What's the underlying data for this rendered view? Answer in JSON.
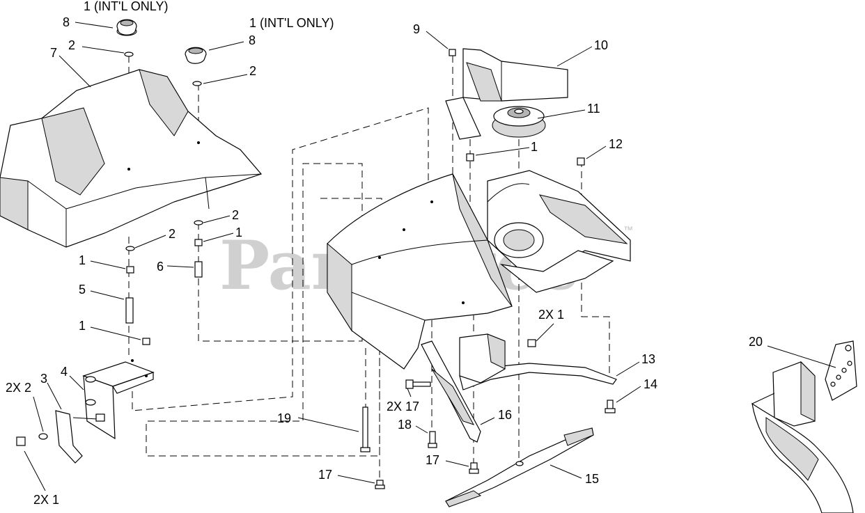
{
  "watermark": {
    "text": "PartsTree",
    "trademark": "™"
  },
  "callouts": {
    "intl_only_top": "1 (INT'L ONLY)",
    "intl_only_right": "1 (INT'L ONLY)",
    "c8a": "8",
    "c8b": "8",
    "c2a": "2",
    "c2b": "2",
    "c2c": "2",
    "c2d": "2",
    "c7": "7",
    "c9": "9",
    "c10": "10",
    "c11": "11",
    "c1a": "1",
    "c12": "12",
    "c1b": "1",
    "c1c": "1",
    "c6": "6",
    "c5": "5",
    "c1d": "1",
    "c2x1a": "2X 1",
    "c13": "13",
    "c14": "14",
    "c2x2": "2X 2",
    "c3": "3",
    "c4": "4",
    "c2x17": "2X 17",
    "c16": "16",
    "c18": "18",
    "c19": "19",
    "c17a": "17",
    "c17b": "17",
    "c15": "15",
    "c2x1b": "2X 1",
    "c20": "20"
  }
}
